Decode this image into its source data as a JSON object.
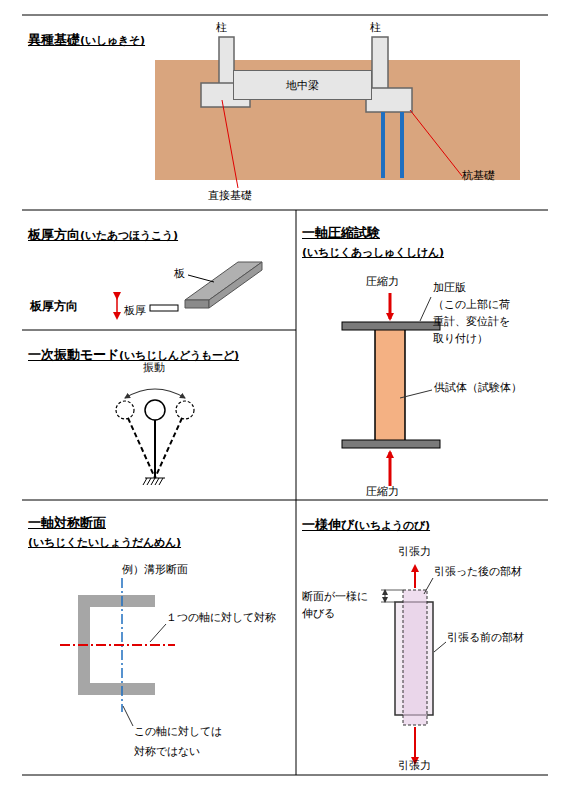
{
  "diagram": {
    "nodes": [
      {
        "text": [
          "異種基礎",
          "(いしゅきそ)"
        ]
      },
      {
        "text": [
          "板厚方向",
          "(いたあつほうこう)"
        ]
      },
      {
        "text": [
          "一次振動モード",
          "(いちじしんどうもーど)"
        ]
      },
      {
        "text": [
          "一軸圧縮試験",
          "(いちじくあっしゅくしけん)"
        ]
      },
      {
        "text": [
          "一軸対称断面",
          "(いちじくたいしょうだんめん)"
        ]
      },
      {
        "text": [
          "一様伸び",
          "(いちようのび)"
        ]
      },
      {
        "text": [
          "地中梁"
        ],
        "in": 0
      }
    ],
    "labels": [
      "柱",
      "柱",
      "直接基礎",
      "杭基礎",
      "板",
      "板厚方向",
      "板厚",
      "振動",
      "圧縮力",
      "加圧版",
      "（この上部に荷重計、変位計を取り付け）",
      "供試体（試験体）",
      "圧縮力",
      "例）溝形断面",
      "１つの軸に対して対称",
      "この軸に対しては",
      "対称ではない",
      "引張力",
      "引張った後の部材",
      "断面が一様に伸びる",
      "引張る前の部材",
      "引張力"
    ]
  }
}
